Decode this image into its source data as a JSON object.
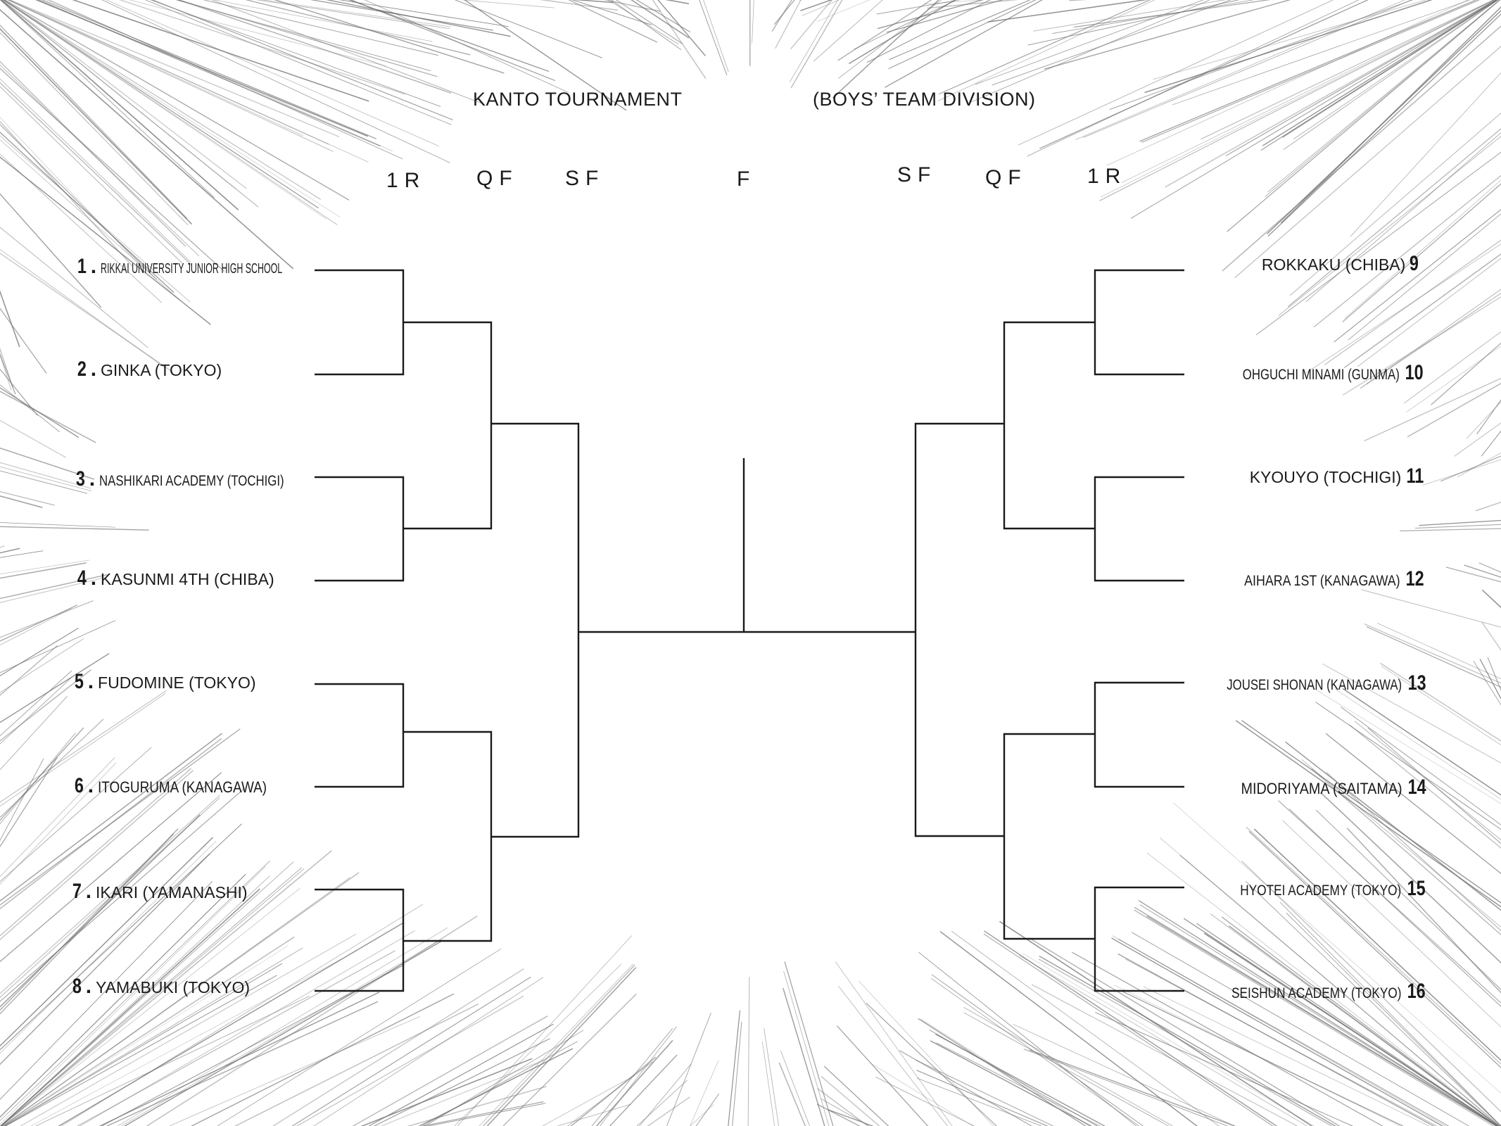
{
  "title": {
    "left": "KANTO TOURNAMENT",
    "right": "(BOYS’ TEAM DIVISION)"
  },
  "rounds": {
    "left_1r": "1R",
    "left_qf": "QF",
    "left_sf": "SF",
    "final": "F",
    "right_sf": "SF",
    "right_qf": "QF",
    "right_1r": "1R"
  },
  "teams_left": [
    {
      "seed": "1",
      "name": "RIKKAI UNIVERSITY JUNIOR HIGH SCHOOL"
    },
    {
      "seed": "2",
      "name": "GINKA (TOKYO)"
    },
    {
      "seed": "3",
      "name": "NASHIKARI ACADEMY (TOCHIGI)"
    },
    {
      "seed": "4",
      "name": "KASUNMI 4TH (CHIBA)"
    },
    {
      "seed": "5",
      "name": "FUDOMINE (TOKYO)"
    },
    {
      "seed": "6",
      "name": "ITOGURUMA (KANAGAWA)"
    },
    {
      "seed": "7",
      "name": "IKARI (YAMANASHI)"
    },
    {
      "seed": "8",
      "name": "YAMABUKI (TOKYO)"
    }
  ],
  "teams_right": [
    {
      "seed": "9",
      "name": "ROKKAKU (CHIBA)"
    },
    {
      "seed": "10",
      "name": "OHGUCHI MINAMI (GUNMA)"
    },
    {
      "seed": "11",
      "name": "KYOUYO (TOCHIGI)"
    },
    {
      "seed": "12",
      "name": "AIHARA 1ST (KANAGAWA)"
    },
    {
      "seed": "13",
      "name": "JOUSEI SHONAN (KANAGAWA)"
    },
    {
      "seed": "14",
      "name": "MIDORIYAMA (SAITAMA)"
    },
    {
      "seed": "15",
      "name": "HYOTEI ACADEMY (TOKYO)"
    },
    {
      "seed": "16",
      "name": "SEISHUN ACADEMY (TOKYO)"
    }
  ],
  "colors": {
    "line": "#1a1a1a",
    "ray": "#6e6e6e",
    "background": "#ffffff"
  }
}
